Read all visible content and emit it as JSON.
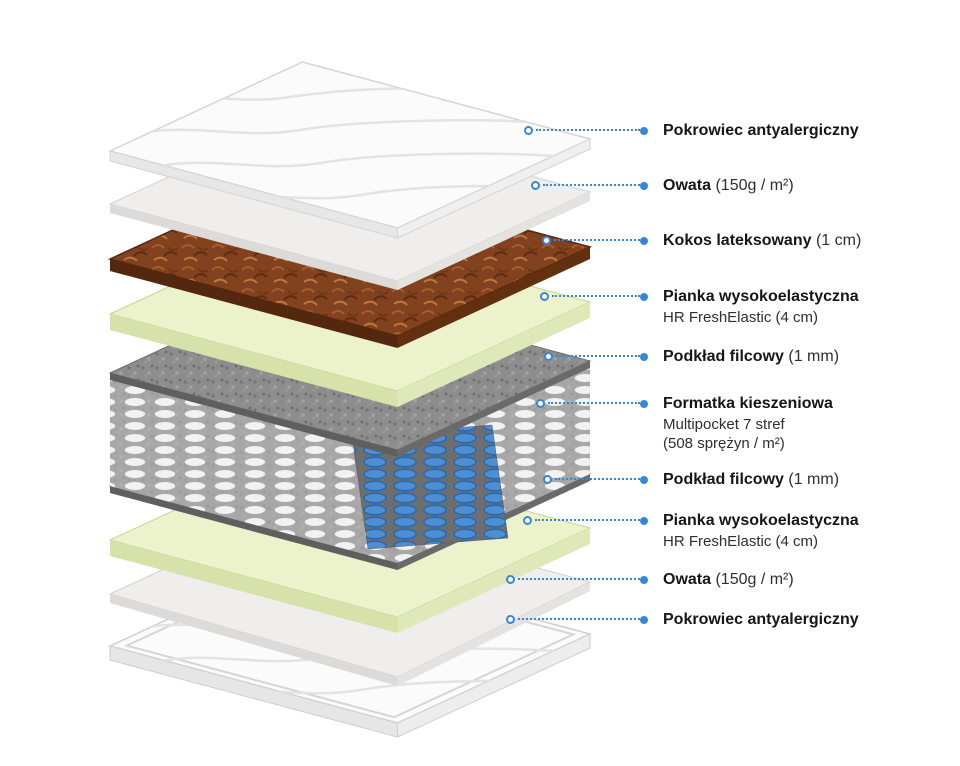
{
  "callouts": [
    {
      "title": "Pokrowiec antyalergiczny",
      "detail": ""
    },
    {
      "title": "Owata",
      "detail": " (150g / m²)"
    },
    {
      "title": "Kokos lateksowany",
      "detail": " (1 cm)"
    },
    {
      "title": "Pianka wysokoelastyczna",
      "detail": "",
      "sub1": "HR FreshElastic (4 cm)"
    },
    {
      "title": "Podkład filcowy",
      "detail": " (1 mm)"
    },
    {
      "title": "Formatka kieszeniowa",
      "detail": "",
      "sub1": "Multipocket 7 stref",
      "sub2": "(508 sprężyn / m²)"
    },
    {
      "title": "Podkład filcowy",
      "detail": " (1 mm)"
    },
    {
      "title": "Pianka wysokoelastyczna",
      "detail": "",
      "sub1": "HR FreshElastic (4 cm)"
    },
    {
      "title": "Owata",
      "detail": " (150g / m²)"
    },
    {
      "title": "Pokrowiec antyalergiczny",
      "detail": ""
    }
  ],
  "layers": [
    {
      "name": "Pokrowiec antyalergiczny",
      "color": "#fbfbfb"
    },
    {
      "name": "Owata (150g / m²)",
      "color": "#efeeec"
    },
    {
      "name": "Kokos lateksowany (1 cm)",
      "color": "#82421f"
    },
    {
      "name": "Pianka wysokoelastyczna HR FreshElastic (4 cm)",
      "color": "#ecf2cb"
    },
    {
      "name": "Podkład filcowy (1 mm)",
      "color": "#8d8d8d"
    },
    {
      "name": "Formatka kieszeniowa Multipocket 7 stref (508 sprężyn / m²)",
      "color": "#f5f5f5"
    },
    {
      "name": "Podkład filcowy (1 mm)",
      "color": "#8d8d8d"
    },
    {
      "name": "Pianka wysokoelastyczna HR FreshElastic (4 cm)",
      "color": "#ecf2cb"
    },
    {
      "name": "Owata (150g / m²)",
      "color": "#efeeec"
    },
    {
      "name": "Pokrowiec antyalergiczny",
      "color": "#fbfbfb"
    }
  ],
  "colors": {
    "accent_blue": "#3a86d6",
    "text": "#161616",
    "cover": "#fbfbfb",
    "wadding": "#efeeec",
    "coconut": "#82421f",
    "foam": "#ecf2cb",
    "felt": "#8d8d8d",
    "springs_blue": "#4e8fd4",
    "background": "#ffffff"
  }
}
